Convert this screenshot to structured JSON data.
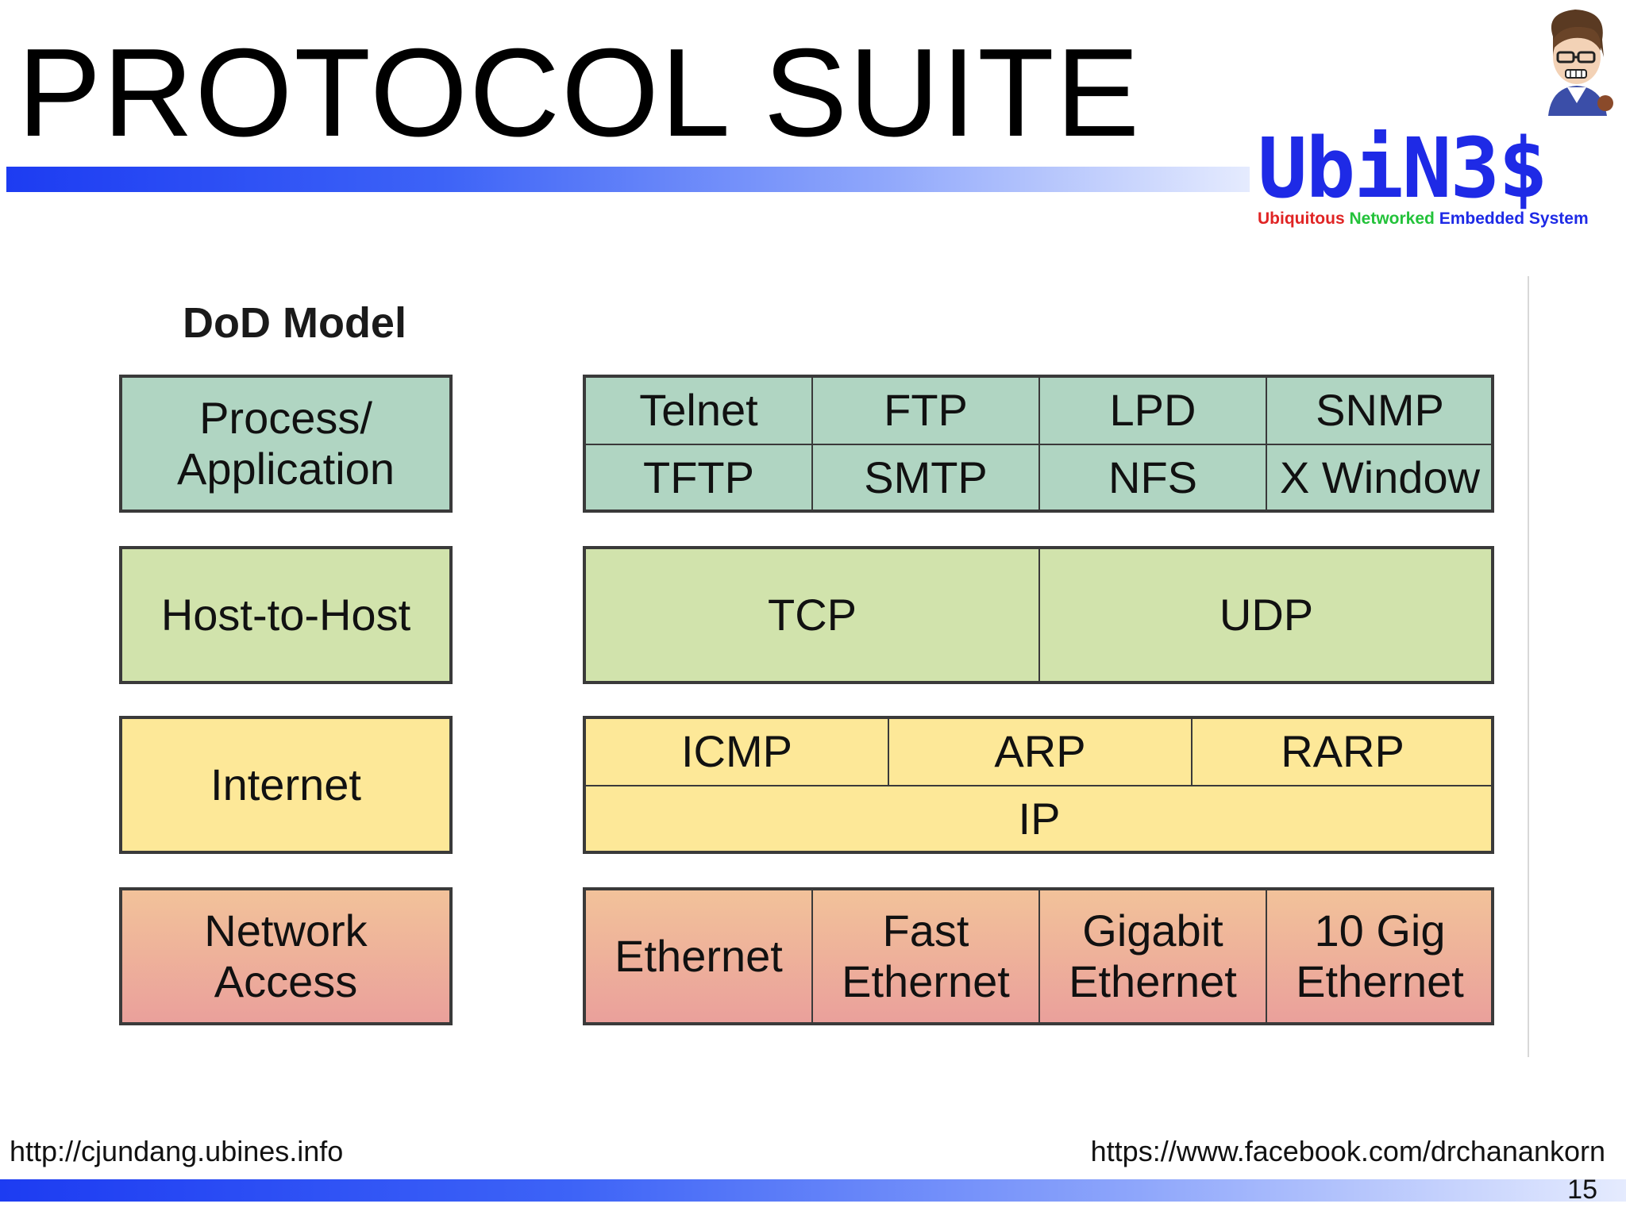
{
  "title": "PROTOCOL SUITE",
  "logo": {
    "text": "UbiN3$",
    "subtitle": [
      "Ubiquitous",
      "Networked",
      "Embedded",
      "System"
    ],
    "colors": [
      "#e02424",
      "#23c23a",
      "#1e2ae6"
    ]
  },
  "avatar": {
    "icon": "cartoon-face-avatar-icon"
  },
  "diagram": {
    "model_title": "DoD Model",
    "layers": [
      {
        "name": "Process/\nApplication",
        "color": "#b0d5c2"
      },
      {
        "name": "Host-to-Host",
        "color": "#d1e3ac"
      },
      {
        "name": "Internet",
        "color": "#fde898"
      },
      {
        "name": "Network\nAccess",
        "color": "#eaa09b"
      }
    ],
    "application_protocols": [
      "Telnet",
      "FTP",
      "LPD",
      "SNMP",
      "TFTP",
      "SMTP",
      "NFS",
      "X Window"
    ],
    "transport_protocols": [
      "TCP",
      "UDP"
    ],
    "internet_protocols_top": [
      "ICMP",
      "ARP",
      "RARP"
    ],
    "internet_protocol_base": "IP",
    "network_protocols": [
      "Ethernet",
      "Fast\nEthernet",
      "Gigabit\nEthernet",
      "10 Gig\nEthernet"
    ]
  },
  "footer": {
    "left_url": "http://cjundang.ubines.info",
    "right_url": "https://www.facebook.com/drchanankorn",
    "page_number": "15"
  }
}
